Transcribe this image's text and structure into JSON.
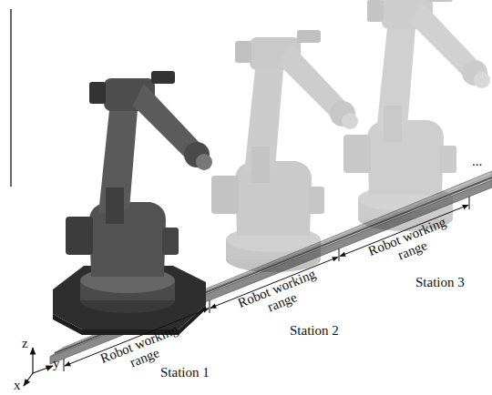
{
  "diagram": {
    "labels": [
      "Robot working range",
      "Robot working range",
      "Robot working range",
      "Station 1",
      "Station 2",
      "Station 3",
      "z",
      "y",
      "x",
      "..."
    ]
  }
}
